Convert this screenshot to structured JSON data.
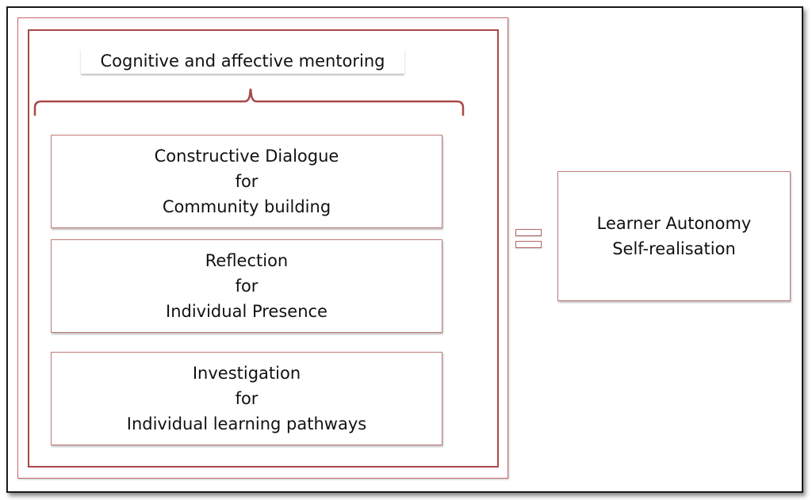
{
  "header": {
    "label": "Cognitive and affective mentoring"
  },
  "components": [
    {
      "line1": "Constructive Dialogue",
      "line2": "for",
      "line3": "Community building"
    },
    {
      "line1": "Reflection",
      "line2": "for",
      "line3": "Individual Presence"
    },
    {
      "line1": "Investigation",
      "line2": "for",
      "line3": "Individual learning pathways"
    }
  ],
  "result": {
    "line1": "Learner Autonomy",
    "line2": "Self-realisation"
  },
  "colors": {
    "box_border": "#c07a7a",
    "frame_border": "#a84848",
    "brace": "#a84848"
  }
}
